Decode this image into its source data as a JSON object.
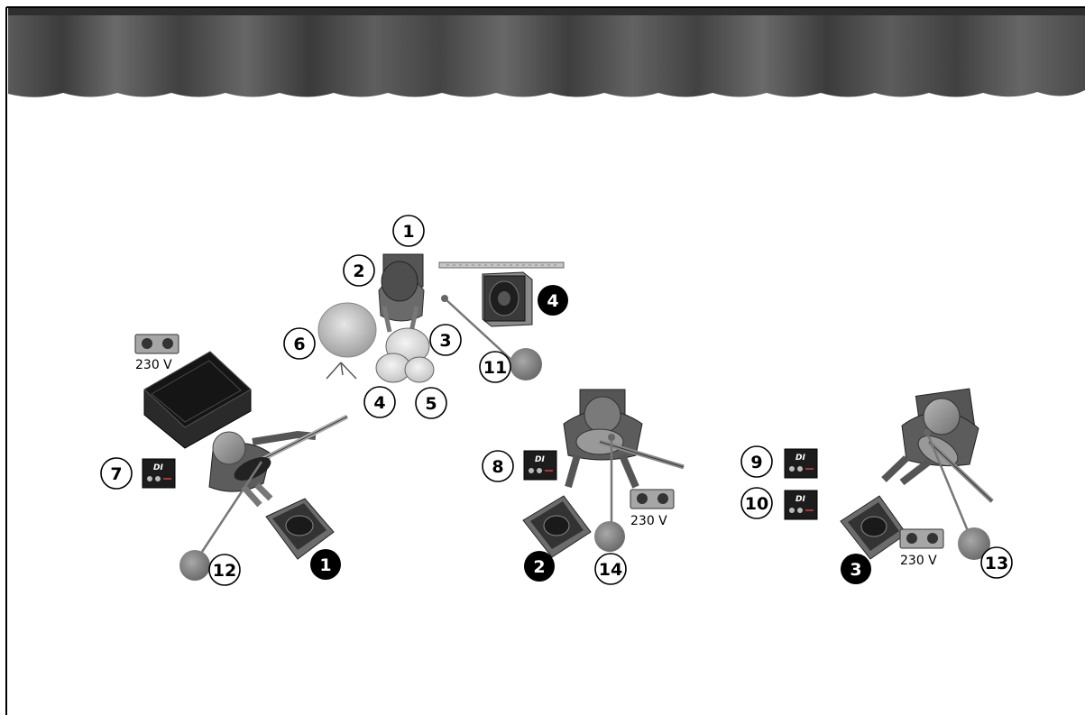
{
  "channels": {
    "c1": "1",
    "c2": "2",
    "c3": "3",
    "c4": "4",
    "c5": "5",
    "c6": "6",
    "c7": "7",
    "c8": "8",
    "c9": "9",
    "c10": "10",
    "c11": "11",
    "c12": "12",
    "c13": "13",
    "c14": "14"
  },
  "monitors": {
    "m1": "1",
    "m2": "2",
    "m3": "3",
    "m4": "4"
  },
  "power": {
    "p1": "230 V",
    "p2": "230 V",
    "p3": "230 V"
  },
  "di_box": {
    "label": "DI"
  },
  "colors": {
    "curtain": "#4a4a4a",
    "outline": "#000000",
    "mic_base": "#888888"
  }
}
